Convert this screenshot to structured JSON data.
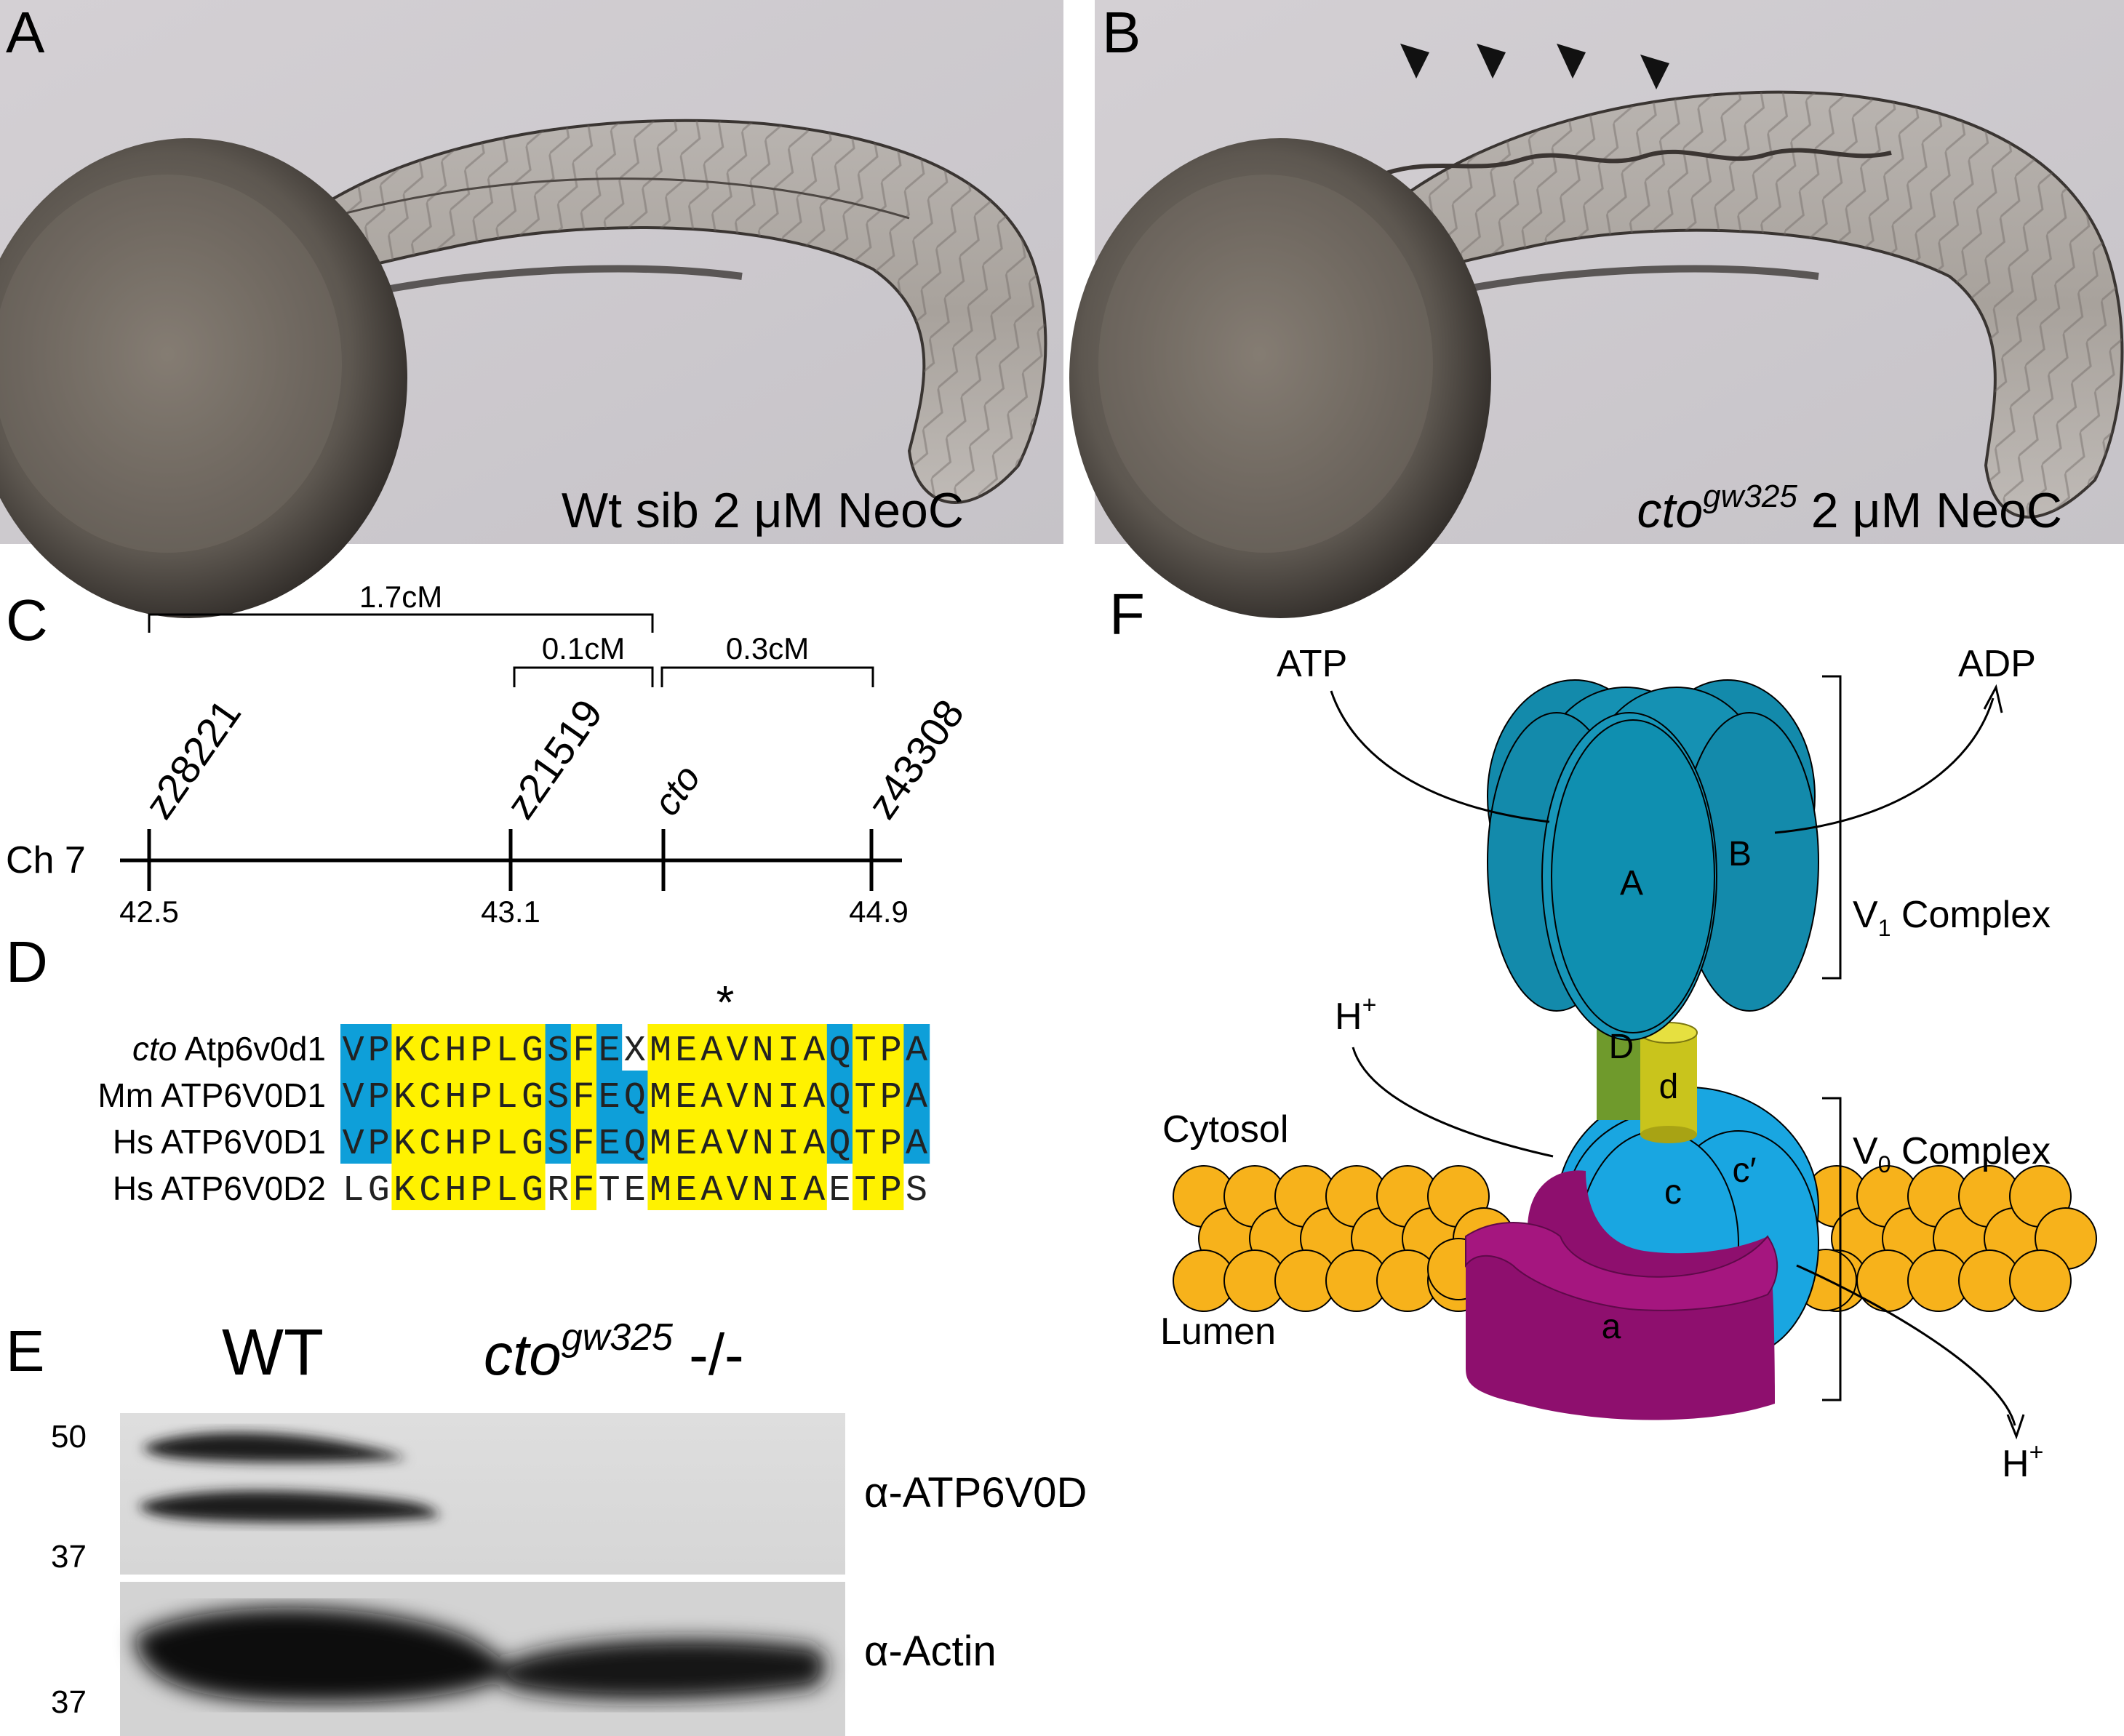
{
  "panels": {
    "A": {
      "letter": "A",
      "caption": "Wt sib 2 μM NeoC"
    },
    "B": {
      "letter": "B",
      "caption_gene": "cto",
      "caption_allele": "gw325",
      "caption_rest": " 2 μM NeoC"
    },
    "C": {
      "letter": "C",
      "chromosome": "Ch 7",
      "intervals": [
        {
          "label": "1.7cM"
        },
        {
          "label": "0.1cM"
        },
        {
          "label": "0.3cM"
        }
      ],
      "markers": [
        {
          "name": "z28221",
          "position": "42.5",
          "italic": false
        },
        {
          "name": "z21519",
          "position": "43.1",
          "italic": false
        },
        {
          "name": "cto",
          "position": "",
          "italic": true
        },
        {
          "name": "z43308",
          "position": "44.9",
          "italic": false
        }
      ]
    },
    "D": {
      "letter": "D",
      "star": "*",
      "rows": [
        {
          "label_italic": "cto",
          "label": " Atp6v0d1",
          "seq": "VPKCHPLGSFEXMEAVNIAQTPA"
        },
        {
          "label_italic": "",
          "label": "Mm ATP6V0D1",
          "seq": "VPKCHPLGSFEQMEAVNIAQTPA"
        },
        {
          "label_italic": "",
          "label": "Hs ATP6V0D1",
          "seq": "VPKCHPLGSFEQMEAVNIAQTPA"
        },
        {
          "label_italic": "",
          "label": "Hs ATP6V0D2",
          "seq": "LGKCHPLGRFTEMEAVNIAETPS"
        }
      ],
      "shading": [
        "BBYYYYYYBYBWYYYYYYYBYYB",
        "BBYYYYYYBYBBYYYYYYYBYYB",
        "BBYYYYYYBYBBYYYYYYYBYYB",
        "WWYYYYYYWYWWYYYYYYYWYYW"
      ],
      "colors": {
        "B": "#0e9fd9",
        "Y": "#fff200",
        "W": "#ffffff"
      }
    },
    "E": {
      "letter": "E",
      "lane_wt": "WT",
      "lane_mut_gene": "cto",
      "lane_mut_allele": "gw325",
      "lane_mut_suffix": " -/-",
      "blot1_label": "α-ATP6V0D",
      "blot2_label": "α-Actin",
      "mw_50": "50",
      "mw_37a": "37",
      "mw_37b": "37"
    },
    "F": {
      "letter": "F",
      "atp": "ATP",
      "adp": "ADP",
      "h_top": "H",
      "h_bottom": "H",
      "plus": "+",
      "cytosol": "Cytosol",
      "lumen": "Lumen",
      "v1_prefix": "V",
      "v1_sub": "1",
      "v1_suffix": " Complex",
      "v0_prefix": "V",
      "v0_sub": "0",
      "v0_suffix": " Complex",
      "sub_A": "A",
      "sub_B": "B",
      "sub_D": "D",
      "sub_d": "d",
      "sub_c": "c",
      "sub_c2": "c′",
      "sub_a": "a"
    }
  },
  "colors": {
    "v1_dark": "#0f8fb0",
    "v1_mid": "#1496b8",
    "v0_light": "#19a6e1",
    "stalk_green": "#6f9a2c",
    "stalk_yellow": "#c9c41c",
    "subunit_a": "#8e0f6e",
    "membrane": "#f7b21b"
  }
}
